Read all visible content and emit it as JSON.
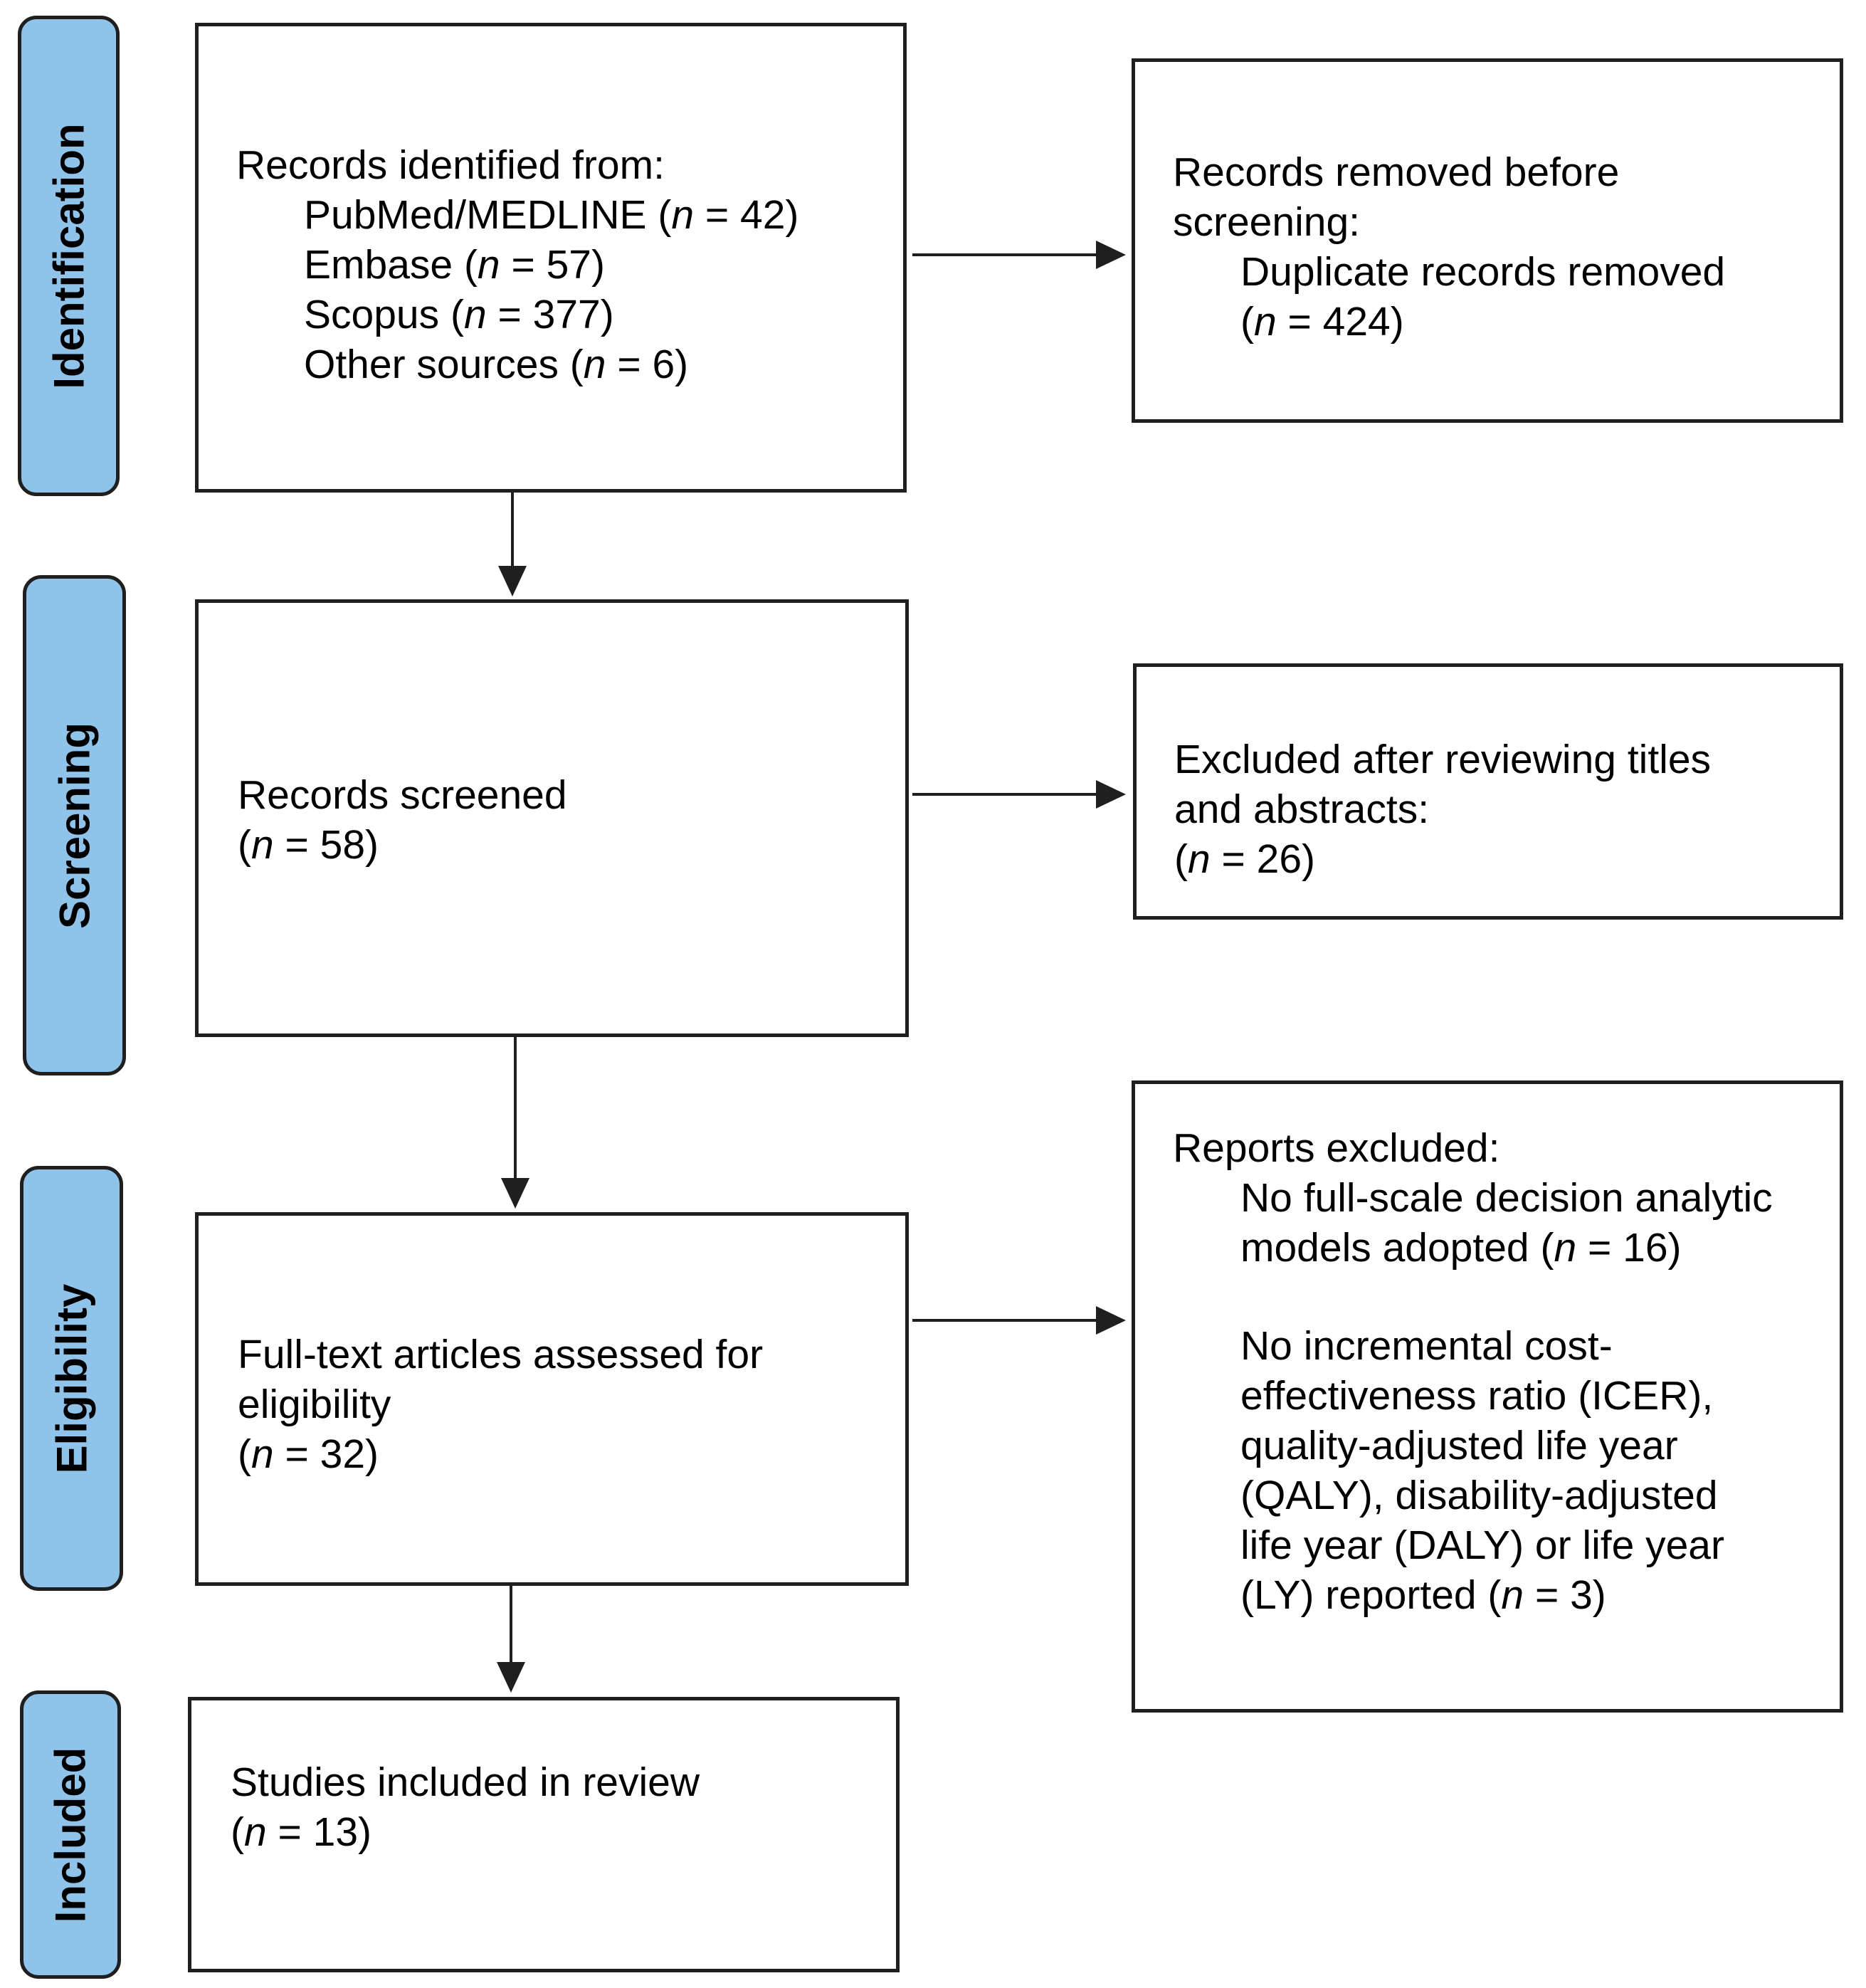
{
  "phases": {
    "identification": "Identification",
    "screening": "Screening",
    "eligibility": "Eligibility",
    "included": "Included"
  },
  "identified": {
    "heading": "Records identified from:",
    "sources": [
      {
        "name": "PubMed/MEDLINE (",
        "n": "n",
        "value": " = 42)"
      },
      {
        "name": "Embase (",
        "n": "n",
        "value": " = 57)"
      },
      {
        "name": "Scopus (",
        "n": "n",
        "value": " = 377)"
      },
      {
        "name": "Other sources (",
        "n": "n",
        "value": " = 6)"
      }
    ]
  },
  "removed": {
    "line1": "Records removed before",
    "line2": "screening:",
    "line3": "Duplicate records removed",
    "count": {
      "open": "(",
      "n": "n",
      "value": " = 424)"
    }
  },
  "screened": {
    "label": "Records screened",
    "count": {
      "open": "(",
      "n": "n",
      "value": " = 58)"
    }
  },
  "excluded_screening": {
    "line1": "Excluded after reviewing titles",
    "line2": "and abstracts:",
    "count": {
      "open": "(",
      "n": "n",
      "value": " = 26)"
    }
  },
  "fulltext": {
    "line1": "Full-text articles assessed for",
    "line2": "eligibility",
    "count": {
      "open": "(",
      "n": "n",
      "value": " = 32)"
    }
  },
  "reports_excluded": {
    "heading": "Reports excluded:",
    "reason1_line1": "No full-scale decision analytic",
    "reason1_line2_pre": "models adopted (",
    "reason1_n": "n",
    "reason1_value": " = 16)",
    "reason2_lines": [
      "No incremental cost-",
      "effectiveness ratio (ICER),",
      "quality-adjusted life year",
      "(QALY), disability-adjusted",
      "life year (DALY) or life year"
    ],
    "reason2_last_pre": "(LY) reported (",
    "reason2_n": "n",
    "reason2_value": " = 3)"
  },
  "included": {
    "label": "Studies included in review",
    "count": {
      "open": "(",
      "n": "n",
      "value": " = 13)"
    }
  }
}
